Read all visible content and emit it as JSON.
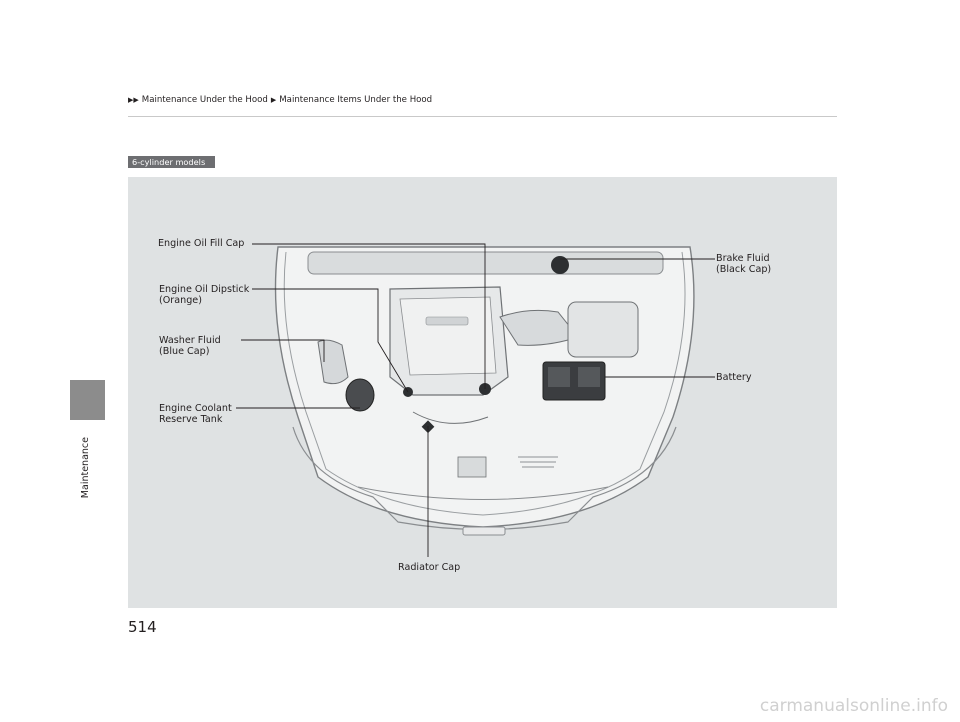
{
  "header": {
    "crumb_1": "Maintenance Under the Hood",
    "crumb_2": "Maintenance Items Under the Hood"
  },
  "side_tab": {
    "label": "Maintenance"
  },
  "badge": {
    "label": "6-cylinder models"
  },
  "callouts": {
    "engine_oil_fill_cap": "Engine Oil Fill Cap",
    "engine_oil_dipstick_line1": "Engine Oil Dipstick",
    "engine_oil_dipstick_line2": "(Orange)",
    "washer_fluid_line1": "Washer Fluid",
    "washer_fluid_line2": "(Blue Cap)",
    "engine_coolant_line1": "Engine Coolant",
    "engine_coolant_line2": "Reserve Tank",
    "brake_fluid_line1": "Brake Fluid",
    "brake_fluid_line2": "(Black Cap)",
    "battery": "Battery",
    "radiator_cap": "Radiator Cap"
  },
  "page_number": "514",
  "watermark": "carmanualsonline.info",
  "colors": {
    "panel_bg": "#dfe2e3",
    "badge_bg": "#6d6e71",
    "side_tab": "#8c8c8c"
  }
}
